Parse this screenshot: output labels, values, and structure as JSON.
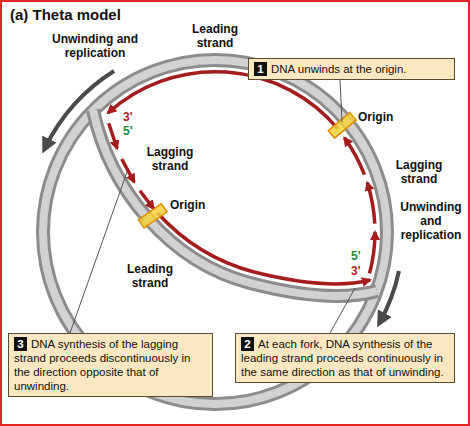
{
  "diagram": {
    "title": "(a) Theta model",
    "nodes": [
      {
        "text": [
          "1",
          "DNA unwinds at the origin."
        ]
      },
      {
        "text": [
          "3",
          "DNA synthesis of the lagging strand proceeds discontinuously in the direction opposite that of unwinding."
        ]
      },
      {
        "text": [
          "2",
          "At each fork, DNA synthesis of the leading strand proceeds continuously in the same direction as that of unwinding."
        ]
      }
    ],
    "labels": [
      "Unwinding and replication",
      "Leading strand",
      "3'",
      "5'",
      "Origin",
      "Lagging strand",
      "Lagging strand",
      "Origin",
      "Leading strand",
      "3'",
      "5'",
      "Unwinding and replication"
    ]
  }
}
